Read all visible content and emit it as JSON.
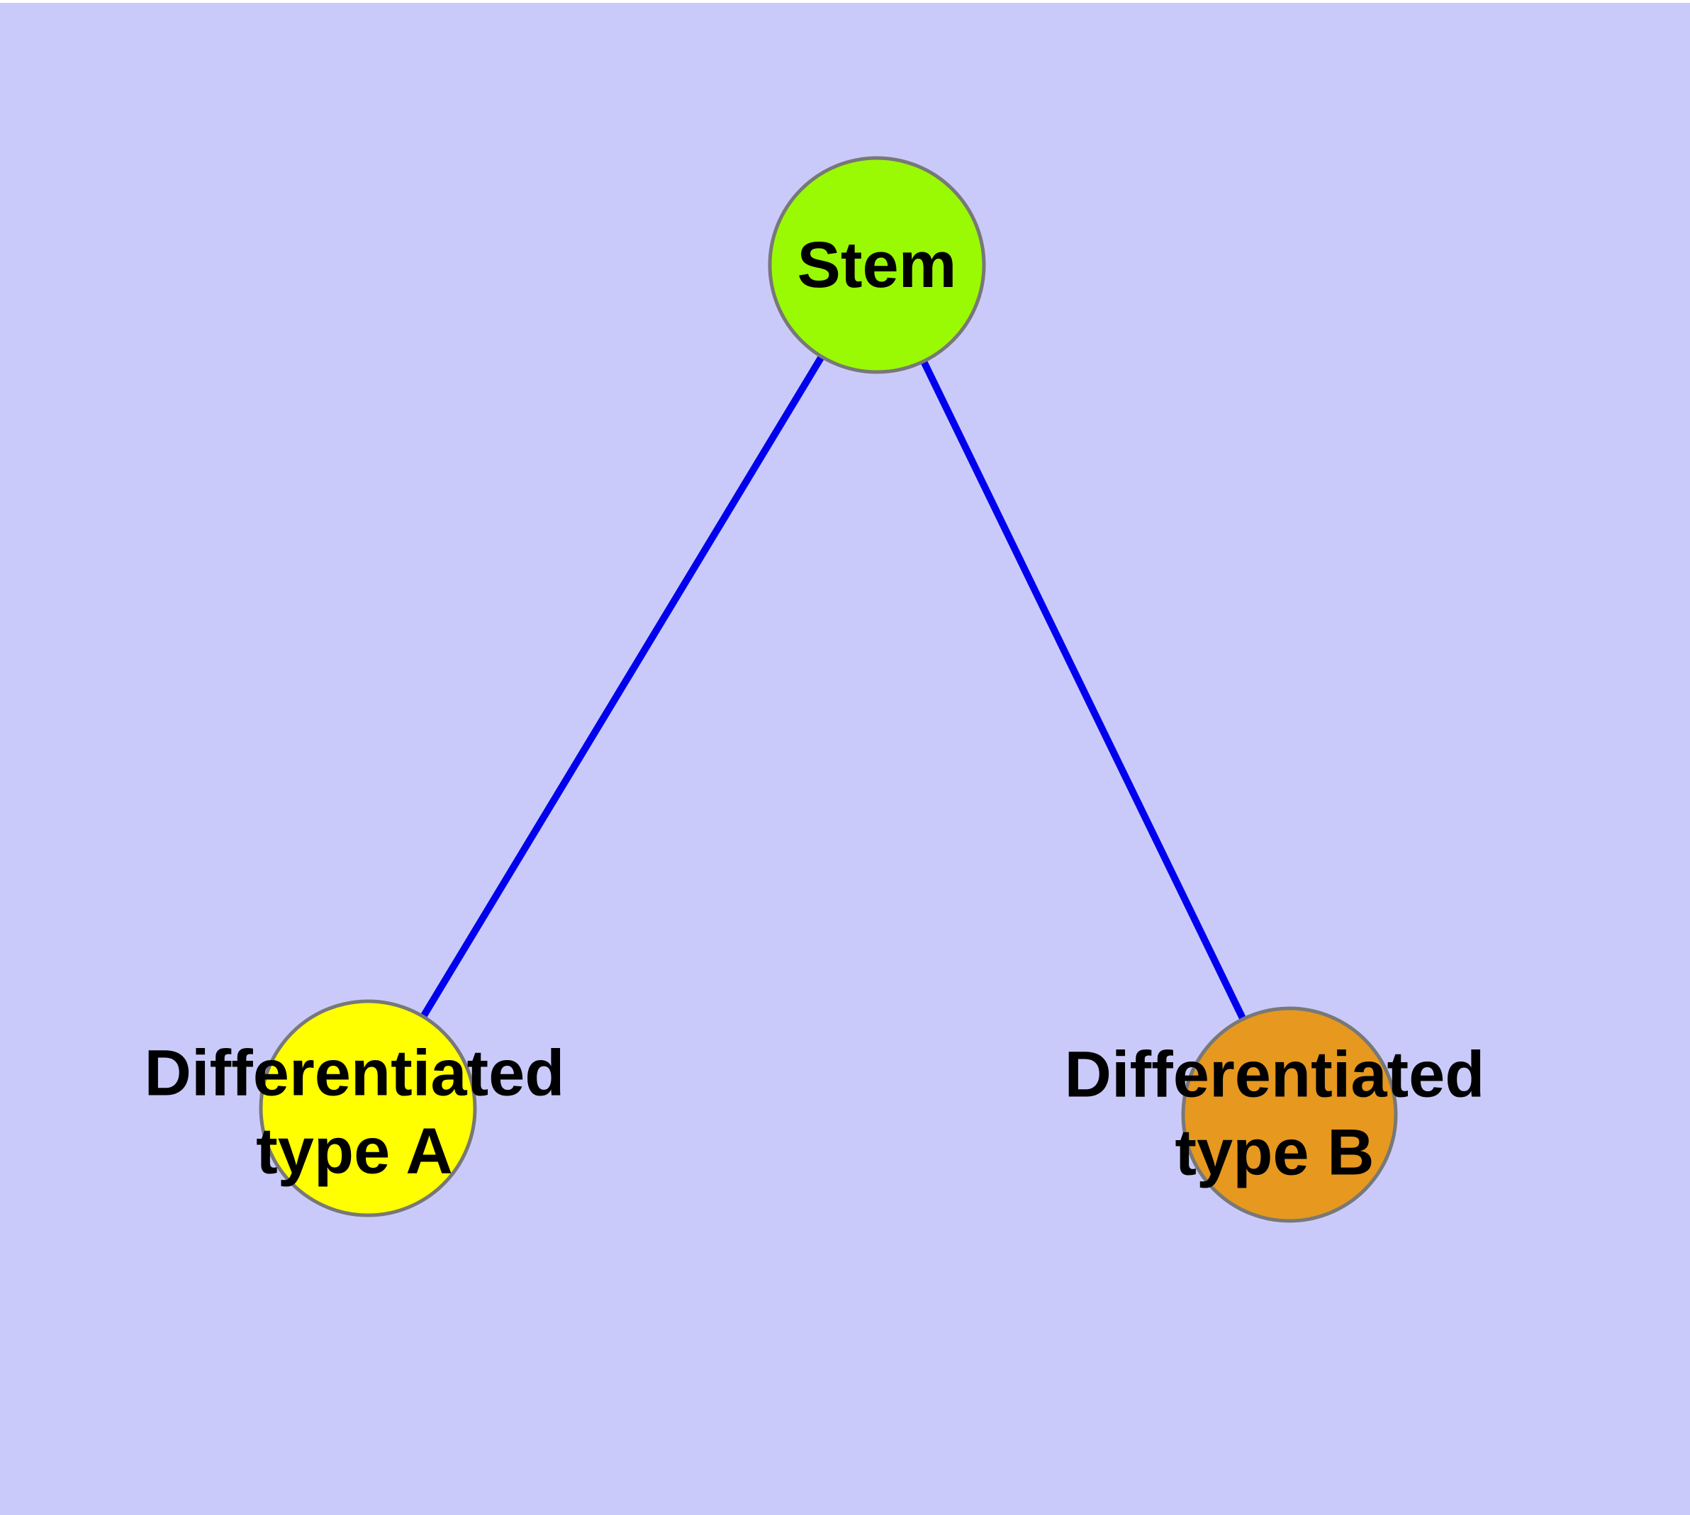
{
  "colors": {
    "background": "#CACAFA",
    "top_strip": "#FFFFFF",
    "edge": "#0000EE",
    "node_border": "#787878",
    "label_text": "#000000"
  },
  "diagram": {
    "type": "node-link-graph",
    "nodes": [
      {
        "id": "stem",
        "label_lines": [
          "Stem"
        ],
        "color": "#9AFA04"
      },
      {
        "id": "differentiated-type-a",
        "label_lines": [
          "Differentiated",
          "type A"
        ],
        "color": "#FFFF00"
      },
      {
        "id": "differentiated-type-b",
        "label_lines": [
          "Differentiated",
          "type B"
        ],
        "color": "#E6981F"
      }
    ],
    "edges": [
      {
        "from": "stem",
        "to": "differentiated-type-a"
      },
      {
        "from": "stem",
        "to": "differentiated-type-b"
      }
    ]
  }
}
